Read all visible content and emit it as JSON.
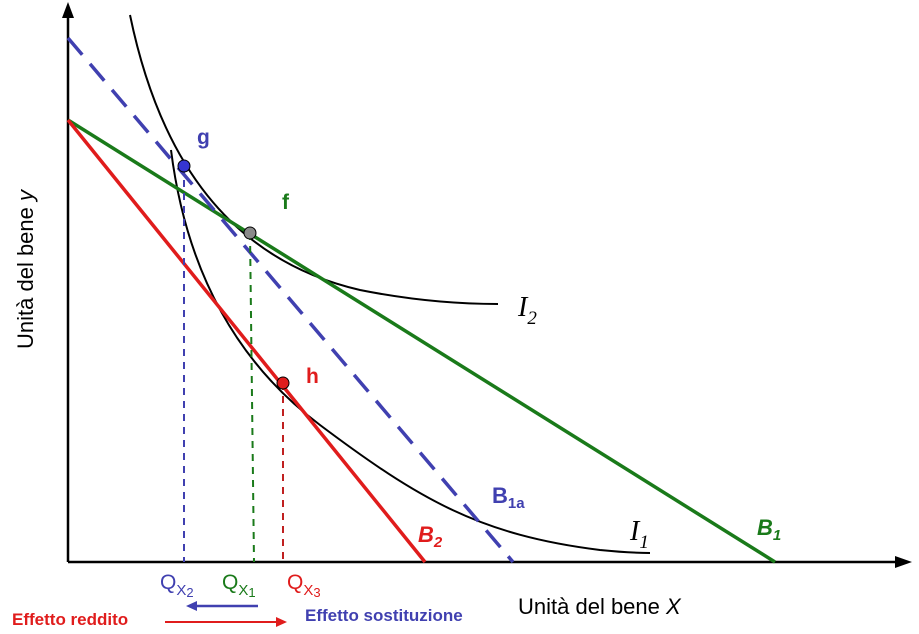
{
  "axes": {
    "y_label_prefix": "Unità del bene ",
    "y_label_var": "y",
    "x_label_prefix": "Unità del bene ",
    "x_label_var": "X"
  },
  "points": {
    "g": "g",
    "f": "f",
    "h": "h"
  },
  "curves": {
    "i1_base": "I",
    "i1_sub": "1",
    "i2_base": "I",
    "i2_sub": "2"
  },
  "budget_lines": {
    "b1_base": "B",
    "b1_sub": "1",
    "b1a_base": "B",
    "b1a_sub": "1a",
    "b2_base": "B",
    "b2_sub": "2"
  },
  "quantities": {
    "qx1_base": "Q",
    "qx1_sub_var": "X",
    "qx1_sub_num": "1",
    "qx2_base": "Q",
    "qx2_sub_var": "X",
    "qx2_sub_num": "2",
    "qx3_base": "Q",
    "qx3_sub_var": "X",
    "qx3_sub_num": "3"
  },
  "effects": {
    "income": "Effetto reddito",
    "substitution": "Effetto sostituzione"
  },
  "colors": {
    "green": "#1a7a1a",
    "blue": "#4040b0",
    "red": "#e01c1c",
    "black": "#000000",
    "gray": "#8a8a8a"
  }
}
